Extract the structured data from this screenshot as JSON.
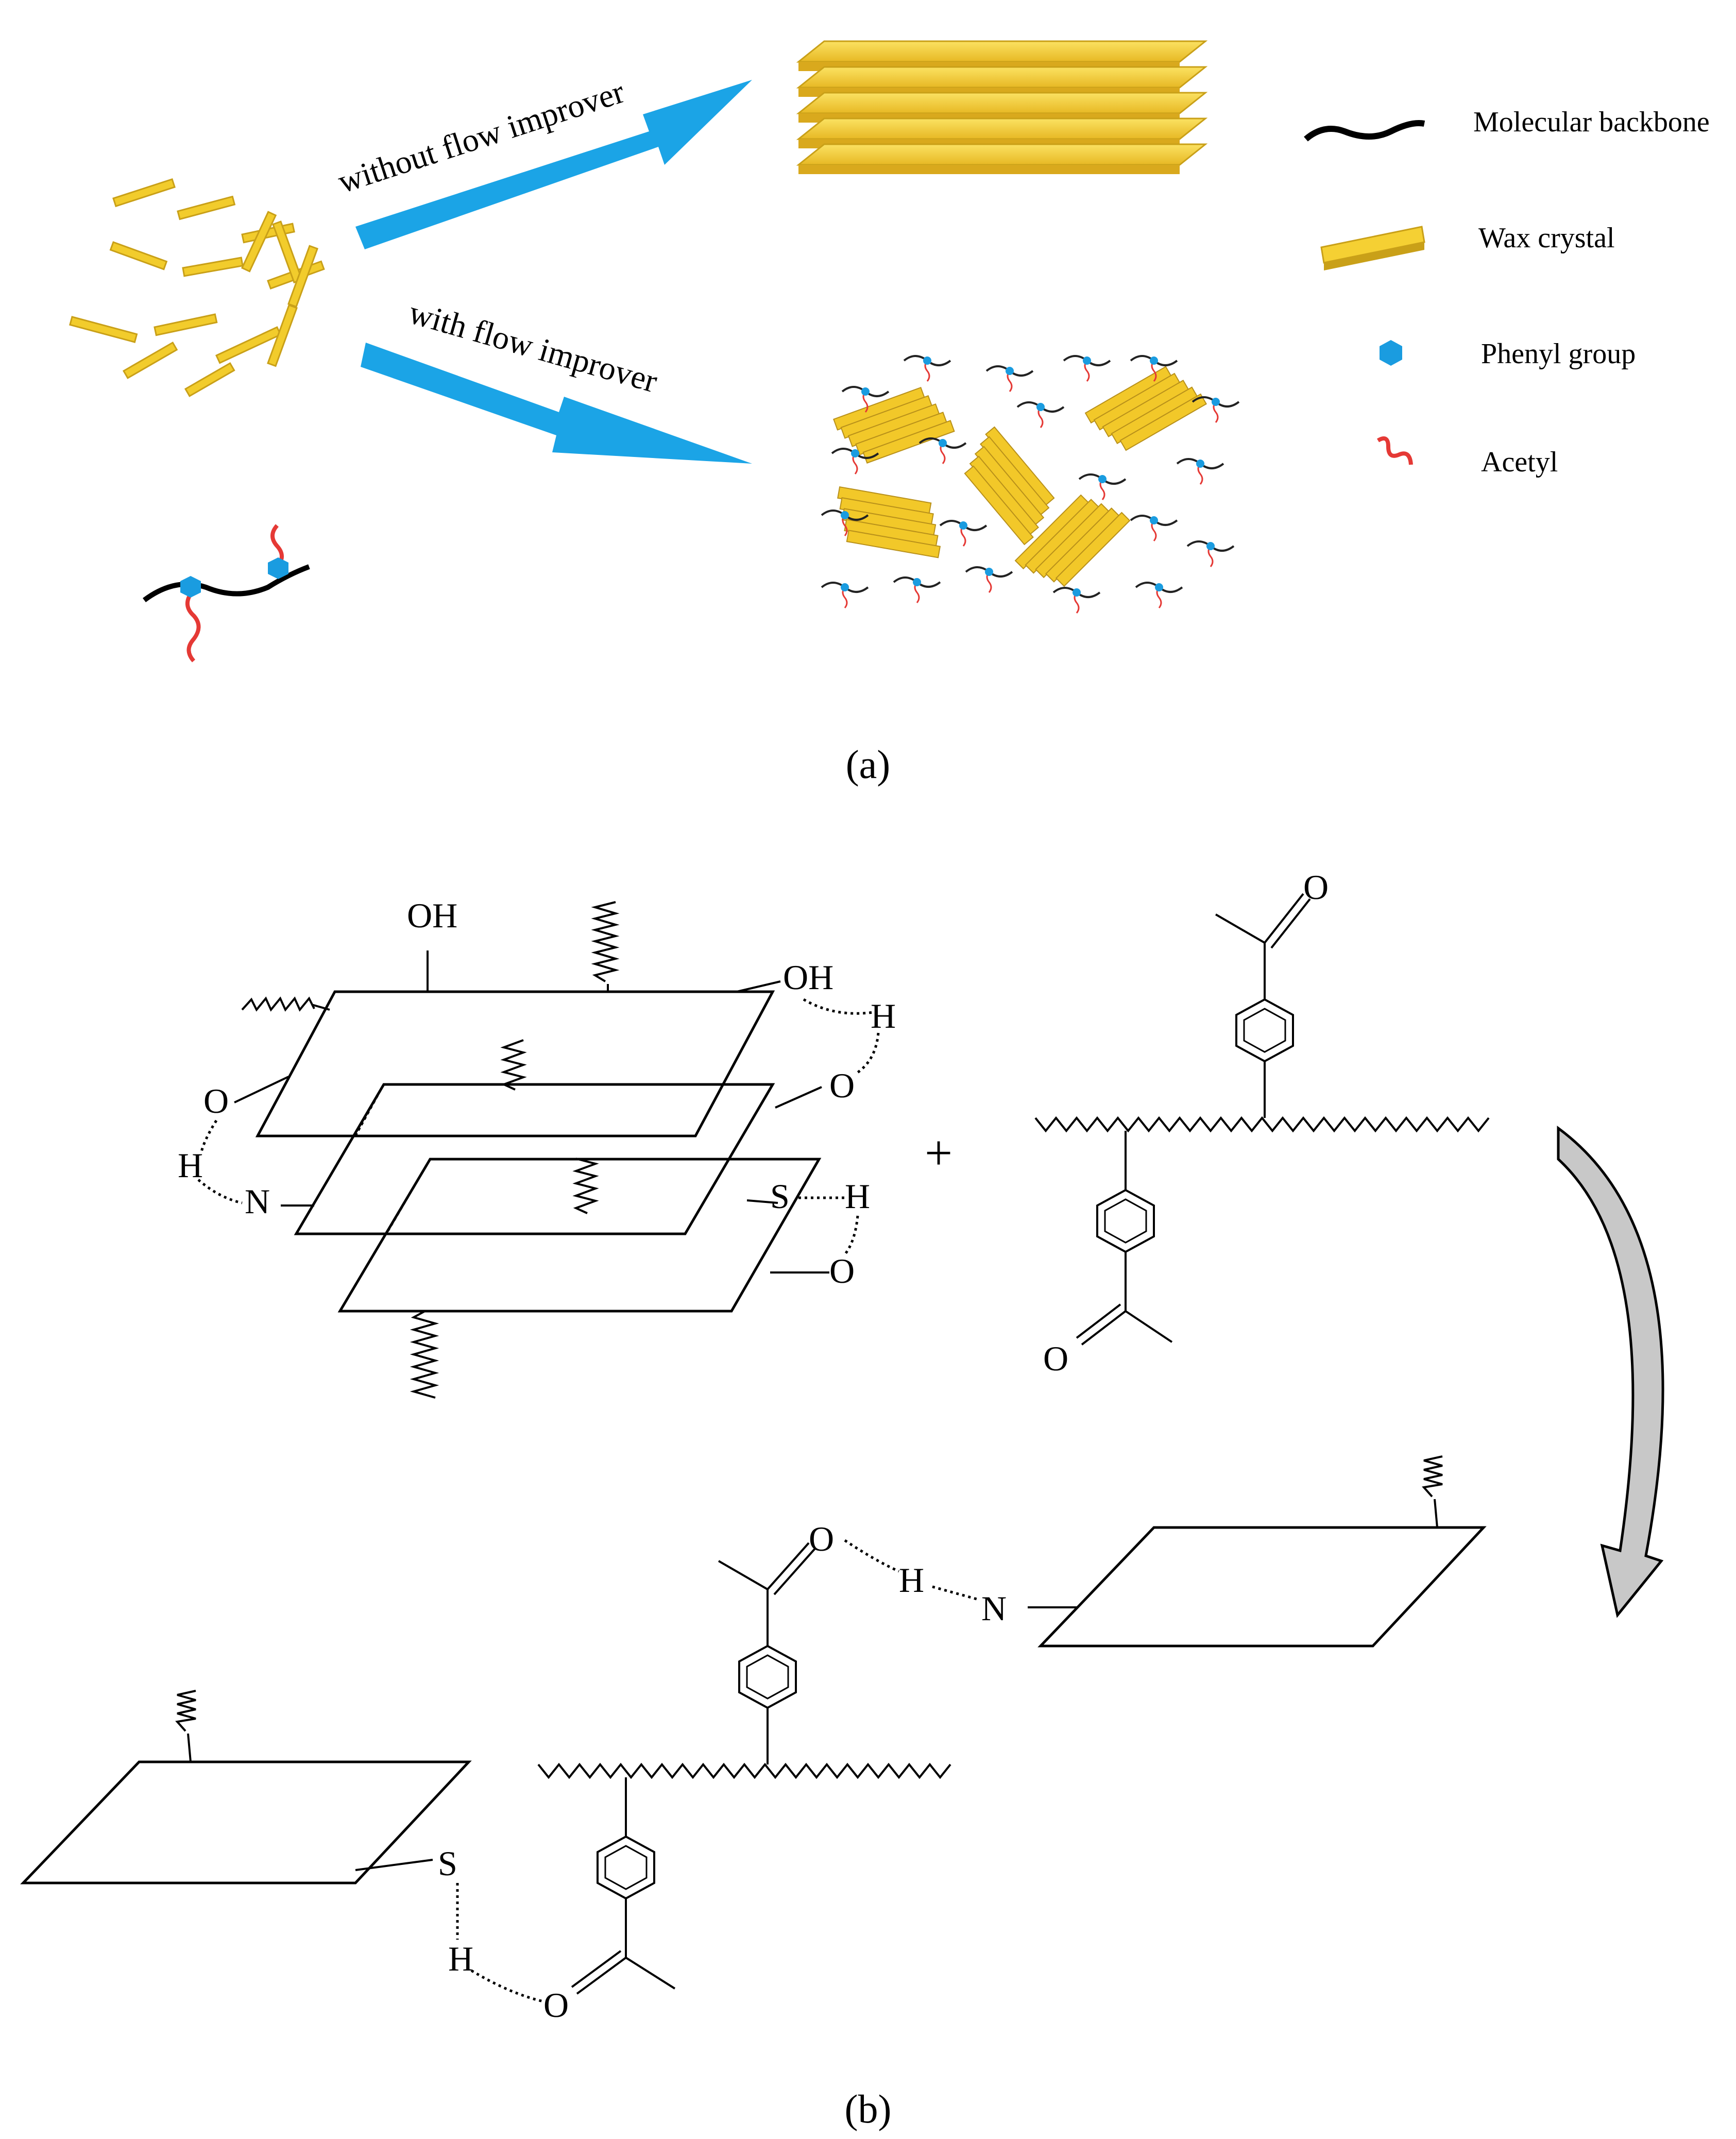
{
  "panel_a": {
    "arrow_top_label": "without flow improver",
    "arrow_bottom_label": "with flow improver",
    "legend": [
      {
        "label": "Molecular backbone",
        "icon": "wavy-line-icon"
      },
      {
        "label": "Wax crystal",
        "icon": "yellow-bar-icon"
      },
      {
        "label": "Phenyl group",
        "icon": "blue-hexagon-icon"
      },
      {
        "label": "Acetyl",
        "icon": "red-squiggle-icon"
      }
    ],
    "caption": "(a)"
  },
  "panel_b": {
    "atoms": {
      "oh_top": "OH",
      "oh_right": "OH",
      "h_top_right": "H",
      "o_right_mid": "O",
      "o_left": "O",
      "h_left": "H",
      "n_left": "N",
      "s_right": "S",
      "h_right_low": "H",
      "o_right_low": "O",
      "o_ketone_top": "O",
      "o_ketone_bottom": "O",
      "o_prod1": "O",
      "h_prod1": "H",
      "n_prod1": "N",
      "s_prod2": "S",
      "h_prod2": "H",
      "o_prod2": "O"
    },
    "plus_sign": "+",
    "caption": "(b)"
  },
  "colors": {
    "wax": "#f5d033",
    "wax_shade": "#c9a018",
    "arrow_blue": "#1ba4e6",
    "phenyl_blue": "#1a9ce0",
    "acetyl_red": "#e53935",
    "reaction_arrow_fill": "#c8c8c8"
  }
}
